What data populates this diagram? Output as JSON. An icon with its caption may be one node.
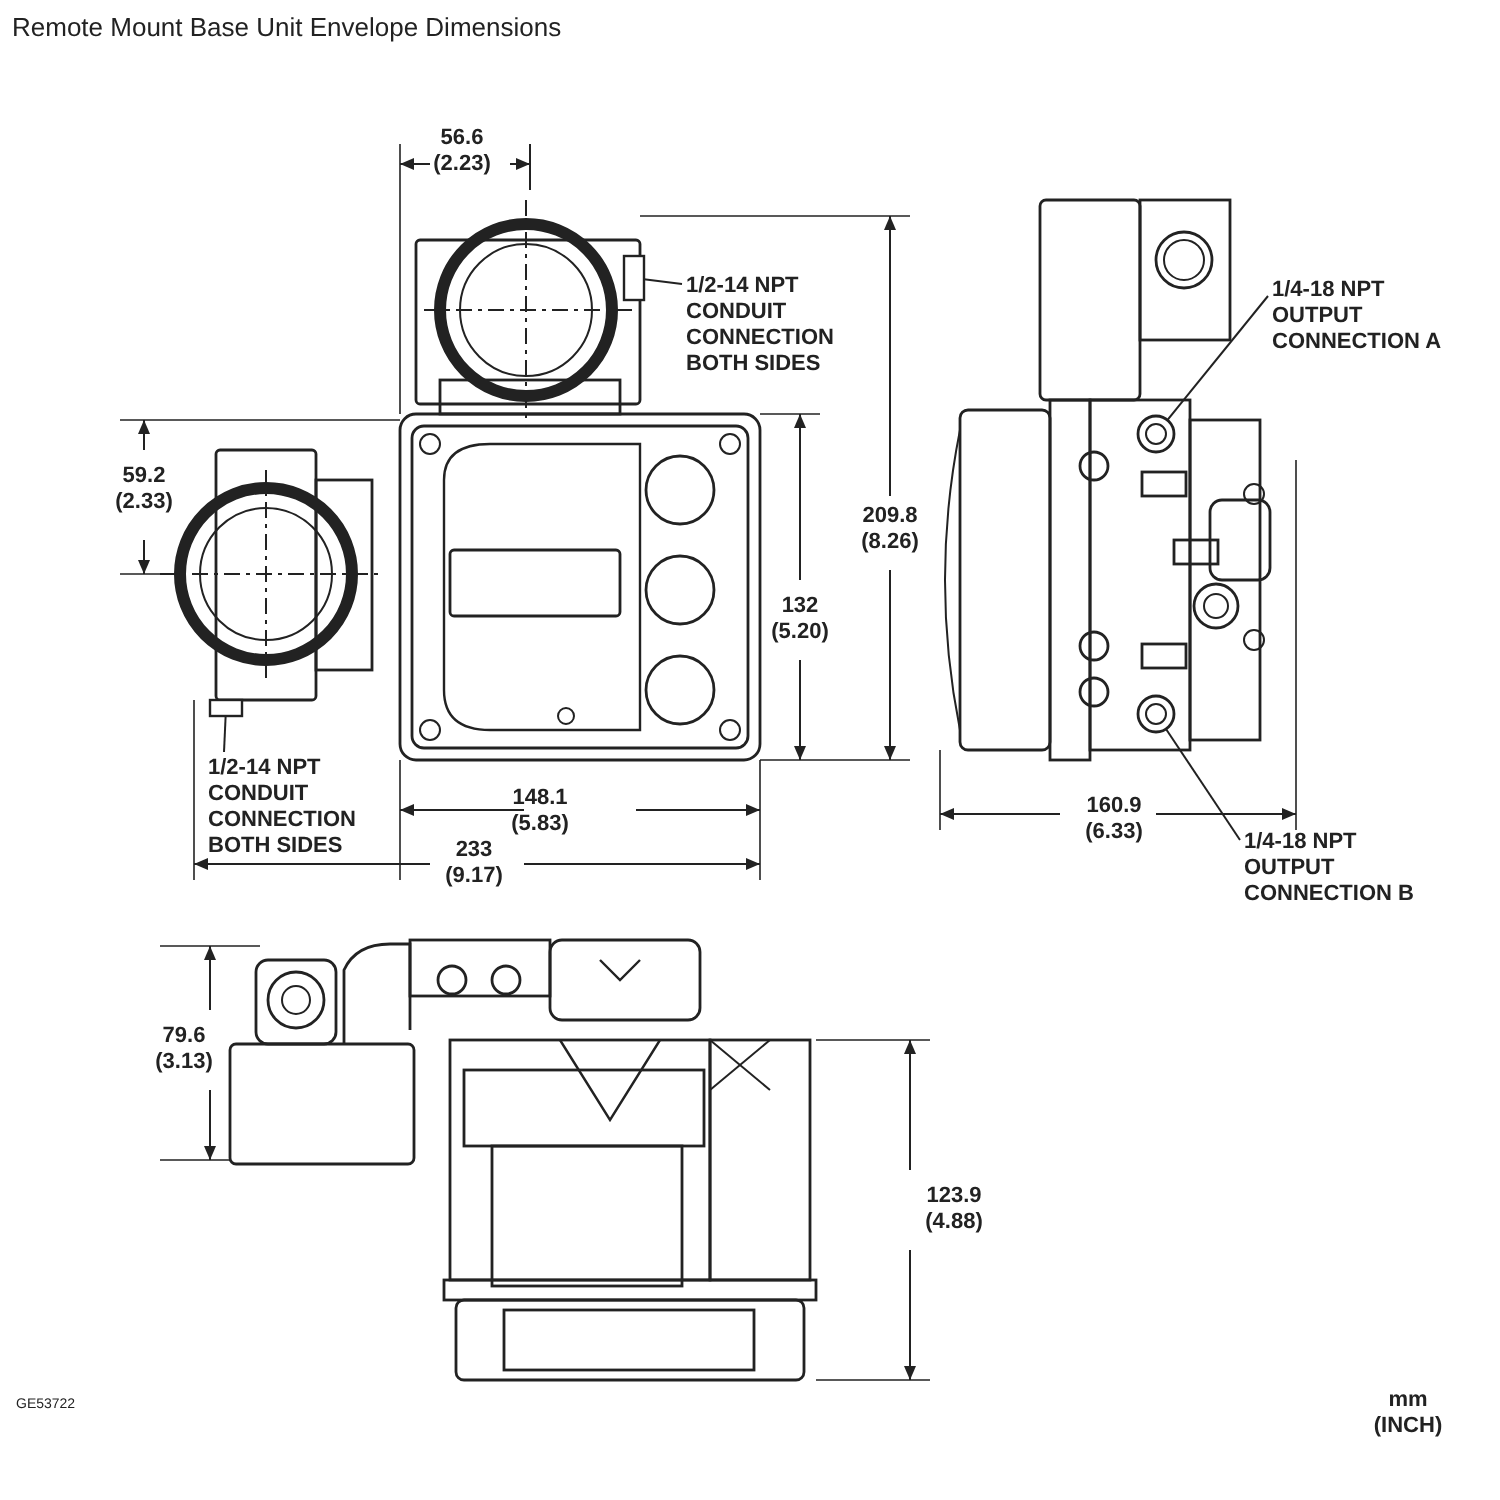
{
  "diagram": {
    "title": "Remote Mount Base Unit Envelope Dimensions",
    "nodes": [
      {
        "text": [
          "1/2-14 NPT CONDUIT CONNECTION BOTH SIDES"
        ]
      },
      {
        "text": [
          "1/2-14 NPT CONDUIT CONNECTION BOTH SIDES"
        ]
      },
      {
        "text": [
          "1/4-18 NPT OUTPUT CONNECTION A"
        ]
      },
      {
        "text": [
          "1/4-18 NPT OUTPUT CONNECTION B"
        ]
      },
      {
        "text": [],
        "shape": "box"
      },
      {
        "text": [],
        "shape": "box"
      },
      {
        "text": [],
        "shape": "circle"
      },
      {
        "text": [],
        "shape": "circle"
      }
    ],
    "edges": [
      {
        "from": 0,
        "to": 4,
        "arrow": "none"
      },
      {
        "from": 1,
        "to": 5,
        "arrow": "none"
      },
      {
        "from": 2,
        "to": 6,
        "arrow": "none"
      },
      {
        "from": 3,
        "to": 7,
        "arrow": "none"
      }
    ],
    "labels": [
      "56.6 (2.23)",
      "59.2 (2.33)",
      "209.8 (8.26)",
      "132 (5.20)",
      "148.1 (5.83)",
      "233 (9.17)",
      "160.9 (6.33)",
      "79.6 (3.13)",
      "123.9 (4.88)",
      "GE53722",
      "mm (INCH)"
    ]
  }
}
